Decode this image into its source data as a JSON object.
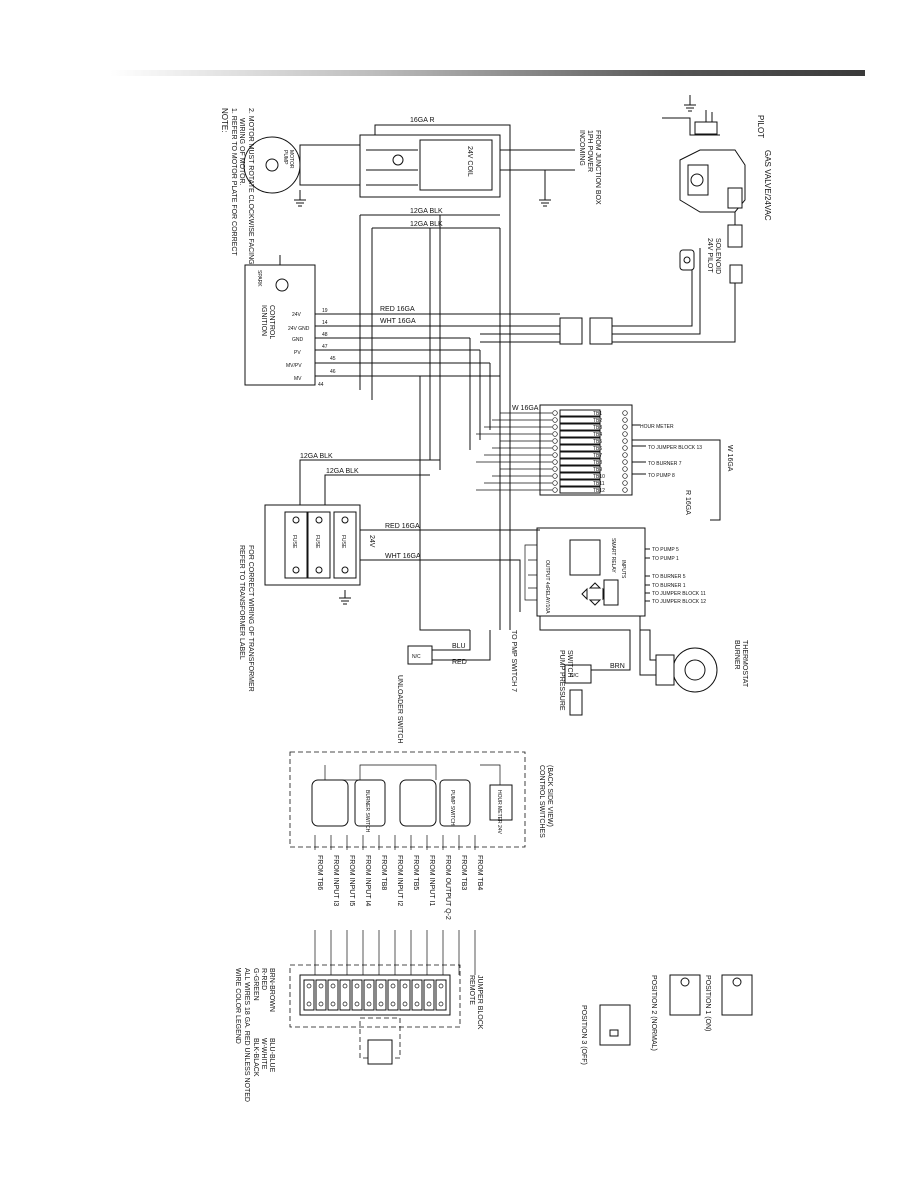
{
  "notes": {
    "title": "NOTE:",
    "line1": "1. REFER TO MOTOR PLATE FOR CORRECT",
    "line1b": "WIRING OF MOTOR.",
    "line2": "2. MOTOR MUST ROTATE CLOCKWISE FACING SHAFT"
  },
  "pilot": "PILOT",
  "gas_valve": "GAS VALVE/24VAC",
  "pilot_solenoid": [
    "24V PILOT",
    "SOLENOID"
  ],
  "incoming_power": [
    "INCOMING",
    "1PH POWER",
    "FROM JUNCTION BOX"
  ],
  "coil": "24V COIL",
  "ignition": [
    "IGNITION",
    "CONTROL"
  ],
  "spark": "SPARK",
  "ign_terms": [
    "24V",
    "24V GND",
    "GND",
    "PV",
    "MV/PV",
    "MV"
  ],
  "ign_nums": [
    "19",
    "14",
    "48",
    "47",
    "45",
    "46",
    "44"
  ],
  "wires": {
    "red16": "RED 16GA",
    "wht16": "WHT 16GA",
    "r16_top": "16GA  R",
    "blk12a": "12GA  BLK",
    "blk12b": "12GA  BLK",
    "w16": "W 16GA",
    "w16b": "W 16GA",
    "r16b": "R 16GA",
    "blu": "BLU",
    "red": "RED",
    "brn": "BRN"
  },
  "tb_labels": [
    "TB1",
    "TB2",
    "TB3",
    "TB4",
    "TB5",
    "TB6",
    "TB7",
    "TB8",
    "TB9",
    "TB10",
    "TB11",
    "TB12"
  ],
  "tb_destinations": [
    "HOUR METER",
    "TO JUMPER BLOCK 13",
    "TO BURNER 7",
    "TO PUMP 8"
  ],
  "smart_relay": {
    "title": "SMART RELAY",
    "outputs": "OUTPUT 4xRELAY/10A",
    "inputs": "INPUTS",
    "dest": [
      "TO PUMP 5",
      "TO PUMP 1",
      "TO BURNER 5",
      "TO BURNER 1",
      "TO JUMPER BLOCK 11",
      "TO JUMPER BLOCK 12"
    ]
  },
  "transformer": {
    "fuse": "FUSE",
    "v24": "24V",
    "note": [
      "REFER TO TRANSFORMER LABEL",
      "FOR CORRECT WIRING OF TRANSFORMER"
    ]
  },
  "motor": [
    "PUMP",
    "MOTOR"
  ],
  "unloader": "UNLOADER SWITCH",
  "nc": "N/C",
  "pmp_switch": "TO PMP SWITCH 7",
  "pump_pressure": [
    "PUMP PRESSURE",
    "SWITCH"
  ],
  "burner_thermostat": [
    "BURNER",
    "THERMOSTAT"
  ],
  "control_switches": [
    "CONTROL SWITCHES",
    "(BACK SIDE VIEW)"
  ],
  "switch_labels": [
    "PUMP SWITCH",
    "BURNER SWITCH",
    "HOUR METER 24V"
  ],
  "from_labels": [
    "FROM TB4",
    "FROM TB3",
    "FROM OUTPUT Q-2",
    "FROM INPUT I1",
    "FROM TB5",
    "FROM INPUT I2",
    "FROM TB8",
    "FROM INPUT I4",
    "FROM INPUT I5",
    "FROM INPUT I3",
    "FROM TB6"
  ],
  "jumper_block": [
    "REMOTE",
    "JUMPER BLOCK"
  ],
  "legend": {
    "title": "WIRE COLOR LEGEND",
    "sub": "ALL WIRES 18 GA. RED UNLESS NOTED",
    "items": [
      "G-GREEN",
      "R-RED",
      "BRN-BROWN",
      "BLK-BLACK",
      "W-WHITE",
      "BLU-BLUE"
    ]
  },
  "positions": [
    "POSITION 1 (ON)",
    "POSITION 2 (NORMAL)",
    "POSITION 3 (OFF)"
  ]
}
